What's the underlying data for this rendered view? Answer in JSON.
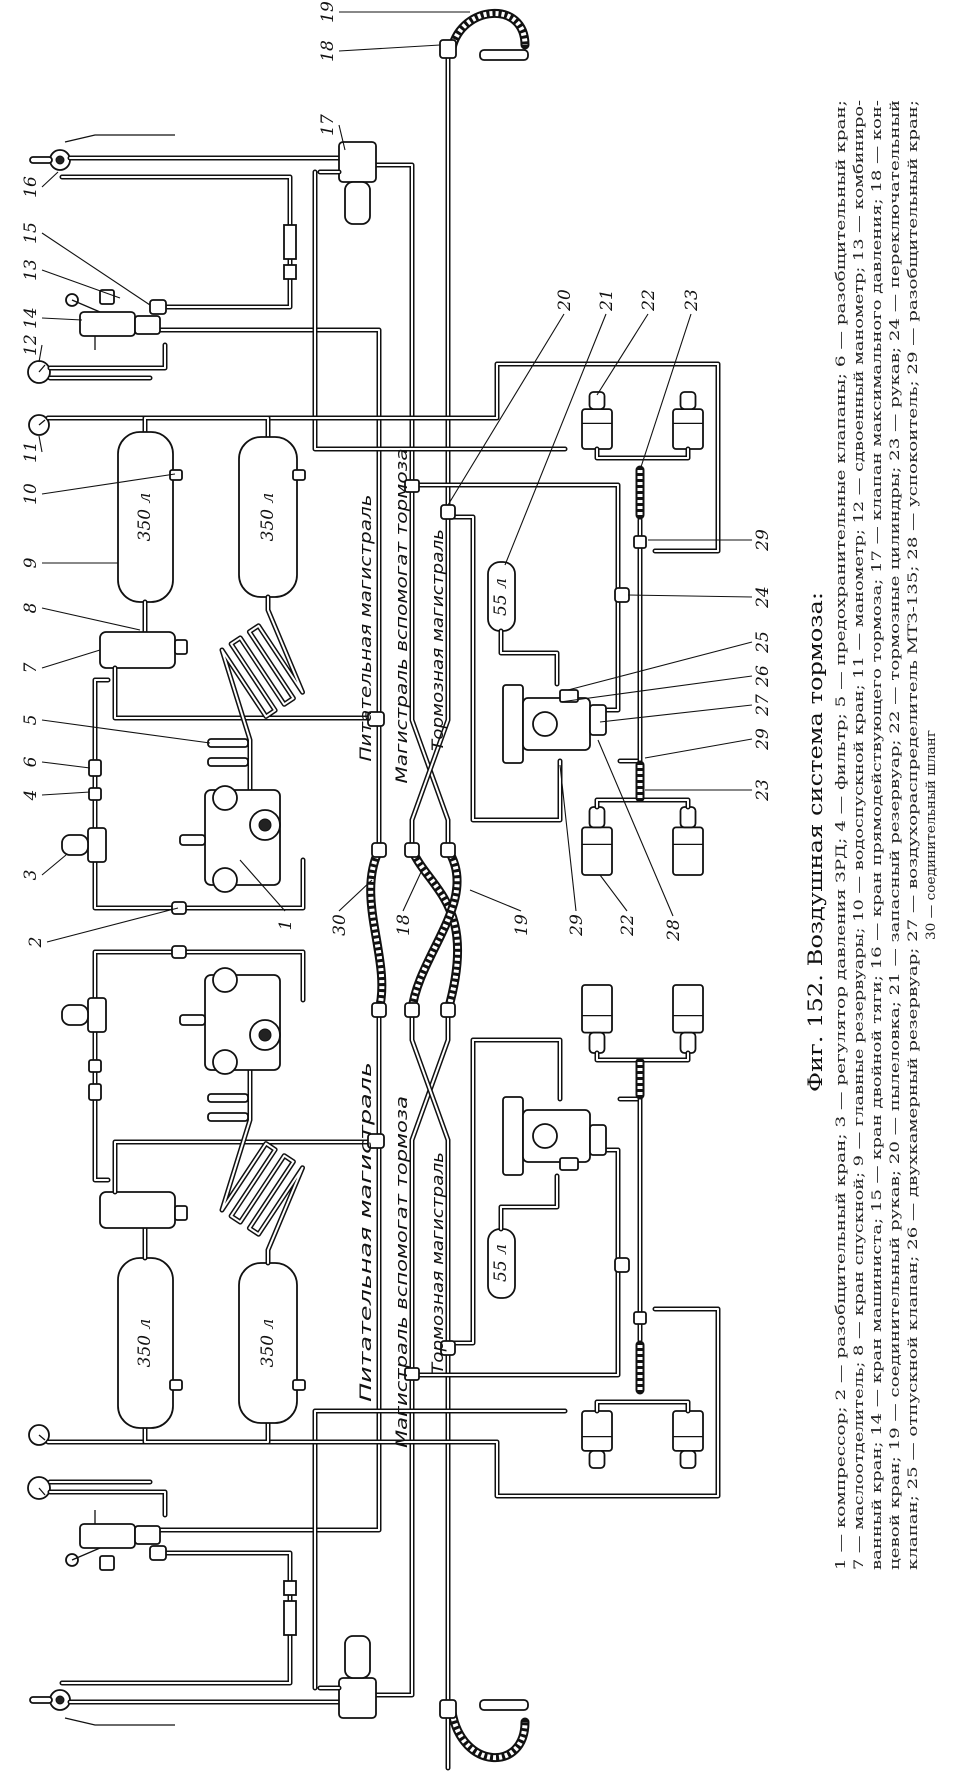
{
  "figure": {
    "caption": "Фиг. 152. Воздушная система тормоза:",
    "legend": [
      "1 — компрессор; 2 — разобщительный кран; 3 — регулятор давления ЗРД; 4 — фильтр; 5 — предохранительные клапаны; 6 — разобщительный кран;",
      "7 — маслоотделитель; 8 — кран спускной; 9 — главные резервуары; 10 — водоспускной кран; 11 — манометр; 12 — сдвоенный манометр; 13 — комбиниро-",
      "ванный кран; 14 — кран машиниста; 15 — кран двойной тяги; 16 — кран прямодействующего тормоза; 17 — клапан максимального давления; 18 — кон-",
      "цевой кран; 19 — соединительный рукав; 20 — пылеловка; 21 — запасный резервуар; 22 — тормозные цилиндры; 23 — рукав; 24 — переключательный",
      "клапан; 25 — отпускной клапан; 26 — двухкамерный резервуар; 27 — воздухораспределитель МТЗ-135; 28 — успокоитель; 29 — разобщительный кран;",
      "30 — соединительный шланг"
    ]
  },
  "line_labels": {
    "feed": "Питательная магистраль",
    "aux": "Магистраль вспомогат тормоза",
    "brake": "Тормозная магистраль"
  },
  "reservoir_labels": {
    "main": "350 л",
    "aux": "55 л"
  },
  "callouts": [
    "19",
    "18",
    "17",
    "16",
    "15",
    "13",
    "14",
    "12",
    "11",
    "10",
    "9",
    "8",
    "7",
    "5",
    "6",
    "4",
    "3",
    "2",
    "1",
    "20",
    "21",
    "22",
    "23",
    "29",
    "24",
    "25",
    "26",
    "27",
    "29",
    "23",
    "30",
    "18",
    "19",
    "29",
    "22",
    "28"
  ]
}
